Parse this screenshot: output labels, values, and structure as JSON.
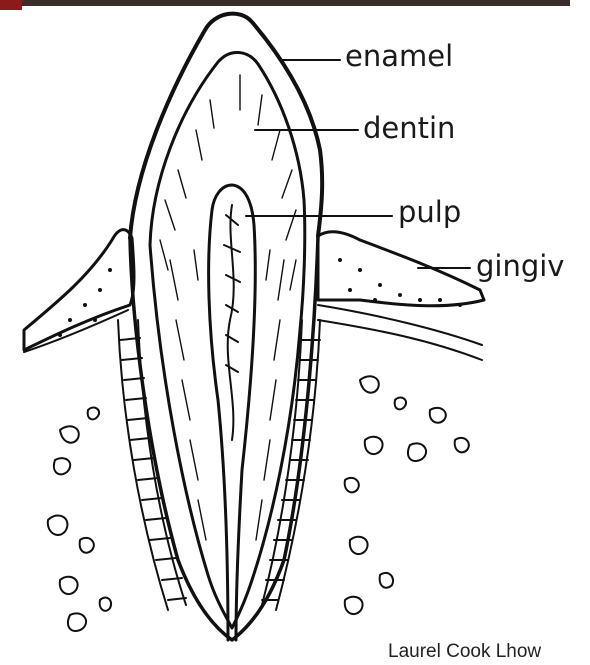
{
  "diagram": {
    "labels": {
      "enamel": "enamel",
      "dentin": "dentin",
      "pulp": "pulp",
      "gingiva": "gingiv"
    },
    "credit": "Laurel Cook Lhow"
  },
  "colors": {
    "top_band_red": "#8b1a1a",
    "top_band_dark": "#3a2e2a",
    "ink": "#111111"
  }
}
